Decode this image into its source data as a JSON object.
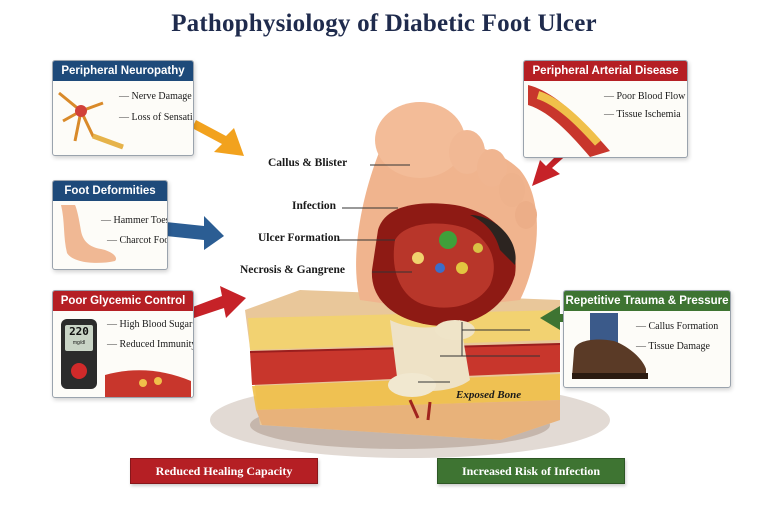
{
  "title": "Pathophysiology of Diabetic Foot Ulcer",
  "cards": {
    "neuropathy": {
      "title": "Peripheral Neuropathy",
      "items": [
        "Nerve Damage",
        "Loss of Sensation"
      ]
    },
    "deformities": {
      "title": "Foot Deformities",
      "items": [
        "Hammer Toes",
        "Charcot Foot"
      ]
    },
    "glycemic": {
      "title": "Poor Glycemic Control",
      "items": [
        "High Blood Sugar",
        "Reduced Immunity"
      ],
      "meter_value": "220",
      "meter_unit": "mg/dl"
    },
    "arterial": {
      "title": "Peripheral Arterial Disease",
      "items": [
        "Poor Blood Flow",
        "Tissue Ischemia"
      ]
    },
    "trauma": {
      "title": "Repetitive Trauma & Pressure",
      "items": [
        "Callus Formation",
        "Tissue Damage"
      ]
    }
  },
  "foot_labels": {
    "callus": "Callus & Blister",
    "infection": "Infection",
    "ulcer": "Ulcer Formation",
    "necrosis": "Necrosis & Gangrene",
    "bone": "Exposed Bone"
  },
  "banners": {
    "healing": "Reduced Healing Capacity",
    "infection_risk": "Increased Risk of Infection"
  },
  "colors": {
    "title": "#1f2b4d",
    "header_blue": "#1e4a7a",
    "header_red": "#b51f24",
    "header_green": "#3e7432",
    "arrow_orange": "#f2a21e",
    "arrow_blue": "#2b5d93",
    "arrow_red": "#c62228",
    "arrow_green": "#3e7432"
  }
}
